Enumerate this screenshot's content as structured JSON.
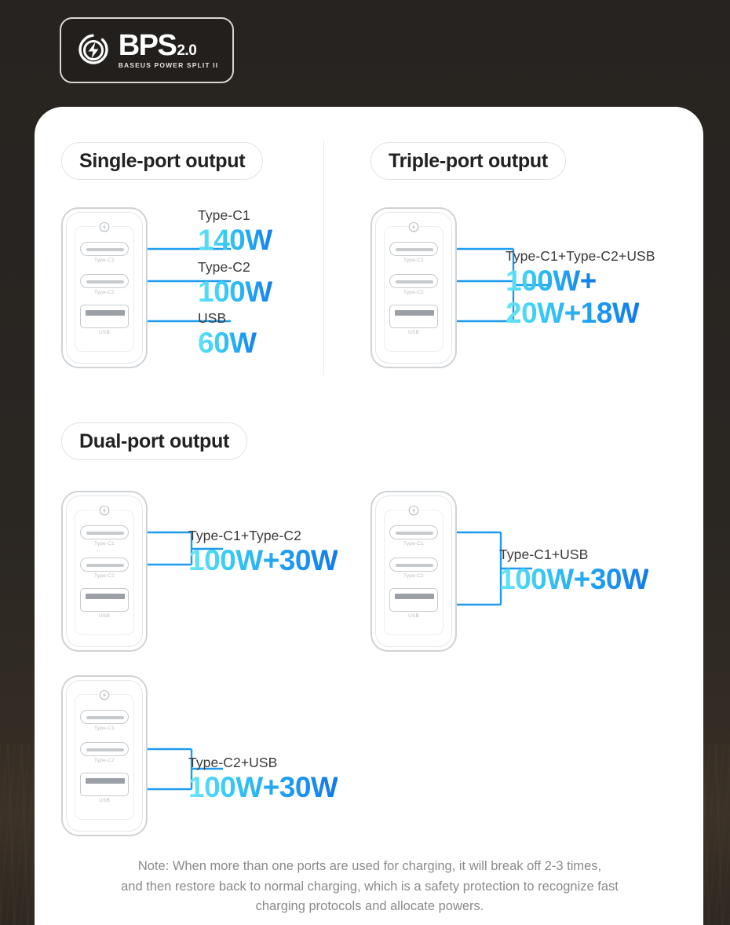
{
  "logo": {
    "icon": "bolt-circle-icon",
    "brand": "BPS",
    "version": "2.0",
    "subtitle": "BASEUS POWER SPLIT II"
  },
  "colors": {
    "background": "#2a2621",
    "card": "#ffffff",
    "accent_start": "#63e2f7",
    "accent_end": "#1380ef",
    "connector_line": "#1f9cf0",
    "port_outline": "#c6cacd",
    "note_text": "#8b8b8b"
  },
  "sections": {
    "single": {
      "label": "Single-port output"
    },
    "triple": {
      "label": "Triple-port output"
    },
    "dual": {
      "label": "Dual-port output"
    }
  },
  "charger_ports": {
    "c1": "Type-C1",
    "c2": "Type-C2",
    "usb": "USB"
  },
  "specs": {
    "single": [
      {
        "title": "Type-C1",
        "watt": "140W"
      },
      {
        "title": "Type-C2",
        "watt": "100W"
      },
      {
        "title": "USB",
        "watt": "60W"
      }
    ],
    "triple": {
      "title": "Type-C1+Type-C2+USB",
      "watt_line1": "100W+",
      "watt_line2": "20W+18W"
    },
    "dual": [
      {
        "title": "Type-C1+Type-C2",
        "watt": "100W+30W"
      },
      {
        "title": "Type-C1+USB",
        "watt": "100W+30W"
      },
      {
        "title": "Type-C2+USB",
        "watt": "100W+30W"
      }
    ]
  },
  "note": {
    "line1": "Note: When more than one ports are used for charging, it will break off 2-3 times,",
    "line2": "and then restore back to normal charging, which is a safety protection to recognize fast",
    "line3": "charging protocols and allocate powers."
  }
}
